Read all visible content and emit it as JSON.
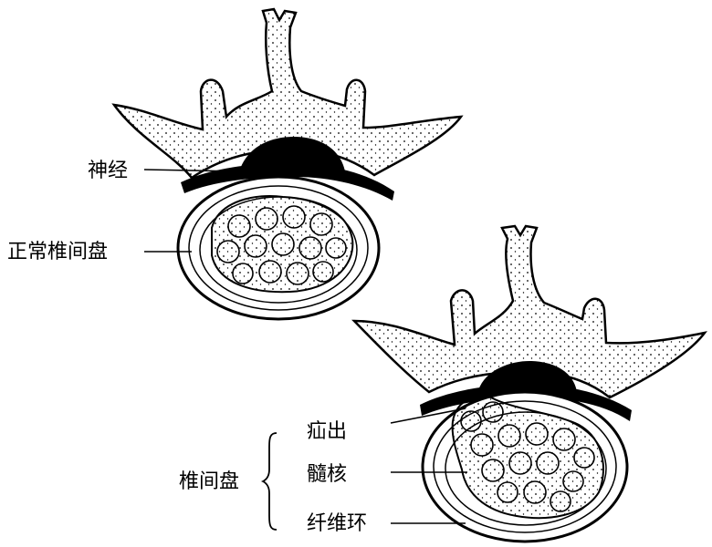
{
  "labels": {
    "nerve": "神经",
    "normal_disc": "正常椎间盘",
    "disc": "椎间盘",
    "herniation": "疝出",
    "nucleus": "髓核",
    "annulus": "纤维环"
  }
}
